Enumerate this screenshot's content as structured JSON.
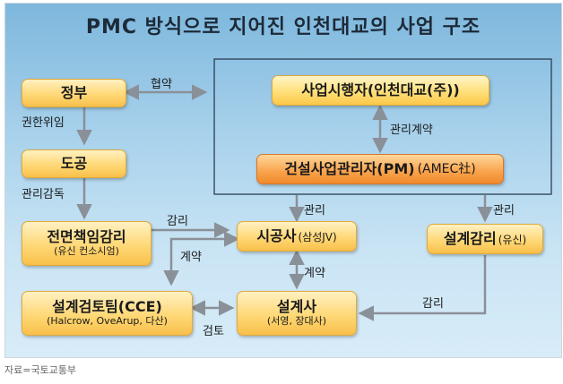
{
  "title": "PMC 방식으로 지어진 인천대교의 사업 구조",
  "nodes": {
    "government": {
      "title": "정부"
    },
    "road_corp": {
      "title": "도공"
    },
    "resident_supervision": {
      "title": "전면책임감리",
      "sub": "(유신 컨소시엄)"
    },
    "design_review": {
      "title": "설계검토팀(CCE)",
      "sub": "(Halcrow, OveArup, 다산)"
    },
    "operator": {
      "title": "사업시행자(인천대교(주))"
    },
    "pm": {
      "title": "건설사업관리자(PM)",
      "sub": "(AMEC社)"
    },
    "contractor": {
      "title": "시공사",
      "sub": "(삼성JV)"
    },
    "designer": {
      "title": "설계사",
      "sub": "(서영, 장대사)"
    },
    "design_supervision": {
      "title": "설계감리",
      "sub": "(유신)"
    }
  },
  "edges": {
    "agreement": "협약",
    "delegation": "권한위임",
    "management_supervision": "관리감독",
    "mgmt_contract": "관리계약",
    "mgmt_pm_contractor": "관리",
    "mgmt_pm_design": "관리",
    "supervision_contractor": "감리",
    "contract_supervision_review": "계약",
    "contract_contractor_designer": "계약",
    "review": "검토",
    "supervision_designer": "감리"
  },
  "source": "자료=국토교통부"
}
